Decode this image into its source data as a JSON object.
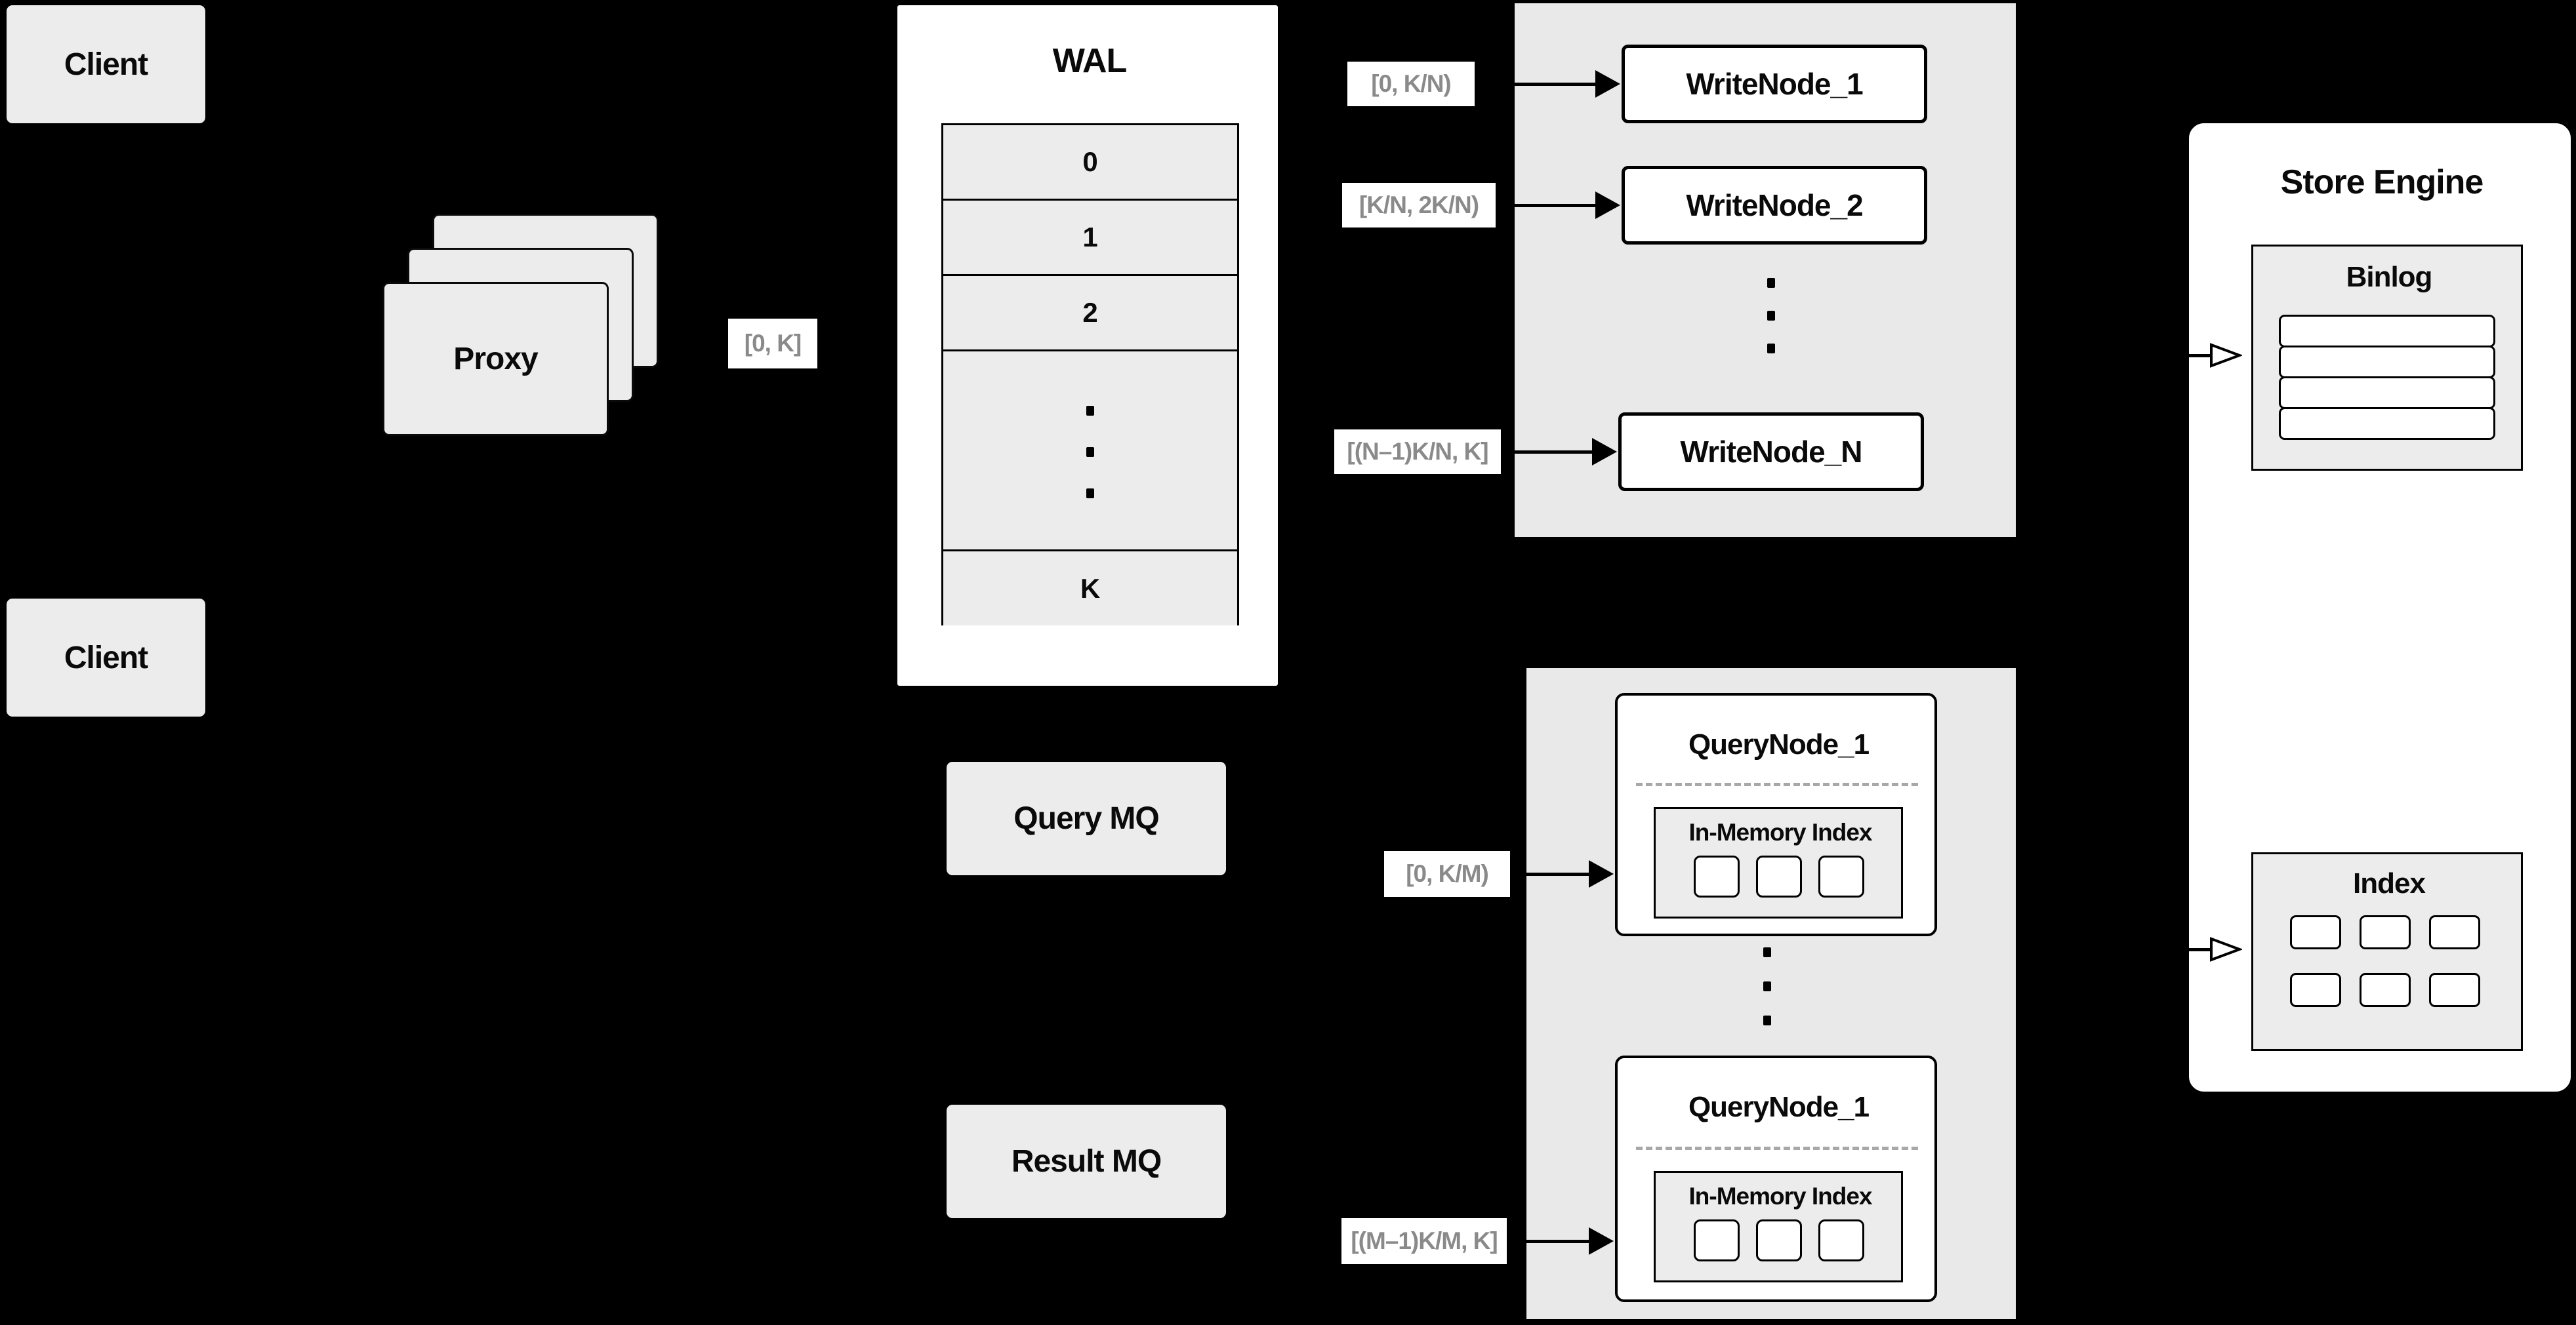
{
  "colors": {
    "background": "#000000",
    "box_fill": "#ececec",
    "cluster_fill": "#e9e9e9",
    "node_fill": "#ffffff",
    "stroke": "#000000",
    "range_label_text": "#8a8a8a"
  },
  "clients": {
    "top_label": "Client",
    "bottom_label": "Client"
  },
  "proxy": {
    "label": "Proxy",
    "out_range": "[0, K]"
  },
  "wal": {
    "title": "WAL",
    "rows": [
      "0",
      "1",
      "2"
    ],
    "last_row": "K"
  },
  "write_cluster": {
    "ranges": [
      "[0, K/N)",
      "[K/N, 2K/N)",
      "[(N–1)K/N, K]"
    ],
    "nodes": [
      "WriteNode_1",
      "WriteNode_2",
      "WriteNode_N"
    ]
  },
  "mq": {
    "query_label": "Query MQ",
    "result_label": "Result MQ"
  },
  "query_cluster": {
    "ranges": [
      "[0, K/M)",
      "[(M–1)K/M, K]"
    ],
    "nodes": [
      {
        "title": "QueryNode_1",
        "imi_title": "In-Memory Index"
      },
      {
        "title": "QueryNode_1",
        "imi_title": "In-Memory Index"
      }
    ]
  },
  "store_engine": {
    "title": "Store Engine",
    "binlog_title": "Binlog",
    "index_title": "Index"
  }
}
